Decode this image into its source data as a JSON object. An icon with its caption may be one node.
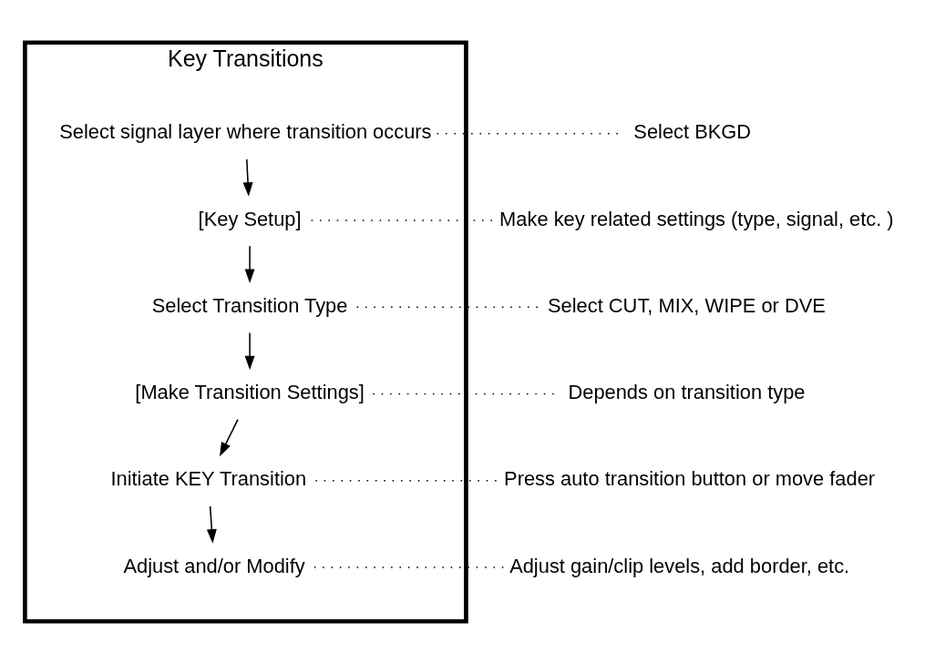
{
  "diagram": {
    "nodes": [
      {
        "text": [
          "Key Transitions"
        ]
      },
      {
        "text": [
          "Select signal layer where transition occurs"
        ],
        "in": 0
      },
      {
        "text": [
          "[Key Setup]"
        ],
        "in": 0
      },
      {
        "text": [
          "Select Transition Type"
        ],
        "in": 0
      },
      {
        "text": [
          "[Make Transition Settings]"
        ],
        "in": 0
      },
      {
        "text": [
          "Initiate KEY Transition"
        ],
        "in": 0
      },
      {
        "text": [
          "Adjust and/or Modify"
        ],
        "in": 0
      },
      {
        "text": [
          "Select BKGD"
        ]
      },
      {
        "text": [
          "Make key related settings (type, signal, etc. )"
        ]
      },
      {
        "text": [
          "Select CUT, MIX, WIPE or DVE"
        ]
      },
      {
        "text": [
          "Depends on transition type"
        ]
      },
      {
        "text": [
          "Press auto transition button or move fader"
        ]
      },
      {
        "text": [
          "Adjust gain/clip levels, add border, etc."
        ]
      }
    ],
    "edges": [
      {
        "from": 1,
        "to": 2,
        "arrow": "to"
      },
      {
        "from": 2,
        "to": 3,
        "arrow": "to"
      },
      {
        "from": 3,
        "to": 4,
        "arrow": "to"
      },
      {
        "from": 4,
        "to": 5,
        "arrow": "to"
      },
      {
        "from": 5,
        "to": 6,
        "arrow": "to"
      },
      {
        "from": 1,
        "to": 7,
        "arrow": "none",
        "style": "dashed"
      },
      {
        "from": 2,
        "to": 8,
        "arrow": "none",
        "style": "dashed"
      },
      {
        "from": 3,
        "to": 9,
        "arrow": "none",
        "style": "dashed"
      },
      {
        "from": 4,
        "to": 10,
        "arrow": "none",
        "style": "dashed"
      },
      {
        "from": 5,
        "to": 11,
        "arrow": "none",
        "style": "dashed"
      },
      {
        "from": 6,
        "to": 12,
        "arrow": "none",
        "style": "dashed"
      }
    ]
  }
}
